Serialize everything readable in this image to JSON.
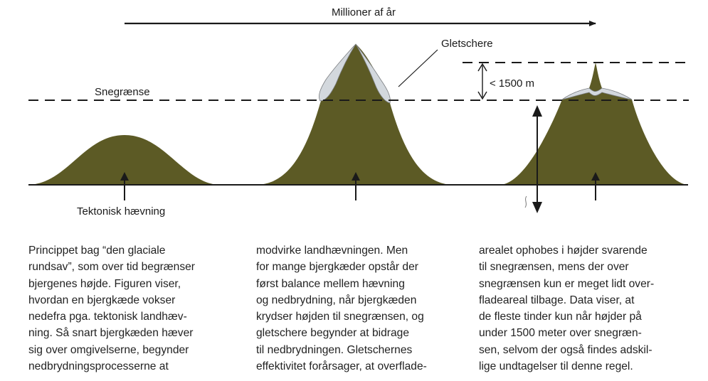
{
  "diagram": {
    "time_label": "Millioner af år",
    "snowline_label": "Snegrænse",
    "glaciers_label": "Gletschere",
    "height_label": "< 1500 m",
    "uplift_label": "Tektonisk hævning",
    "colors": {
      "mountain": "#5c5a25",
      "glacier": "#d3d8dd",
      "line": "#1a1a1a"
    }
  },
  "caption": {
    "columns": [
      [
        "Princippet bag “den glaciale",
        "rundsav”, som over tid begrænser",
        "bjergenes højde. Figuren viser,",
        "hvordan en bjergkæde vokser",
        "nedefra pga. tektonisk landhæv-",
        "ning. Så snart bjergkæden hæver",
        "sig over omgivelserne, begynder",
        "nedbrydningsprocesserne at"
      ],
      [
        "modvirke landhævningen. Men",
        "for mange bjergkæder opstår der",
        "først balance mellem hævning",
        "og nedbrydning, når bjergkæden",
        "krydser højden til snegrænsen, og",
        "gletschere begynder at bidrage",
        "til nedbrydningen. Gletschernes",
        "effektivitet forårsager, at overflade-"
      ],
      [
        "arealet ophobes i højder svarende",
        "til snegrænsen, mens der over",
        "snegrænsen kun er meget lidt over-",
        "fladeareal tilbage. Data viser, at",
        "de fleste tinder kun når højder på",
        "under 1500 meter over snegræn-",
        "sen, selvom der også findes adskil-",
        "lige undtagelser til denne regel."
      ]
    ]
  }
}
